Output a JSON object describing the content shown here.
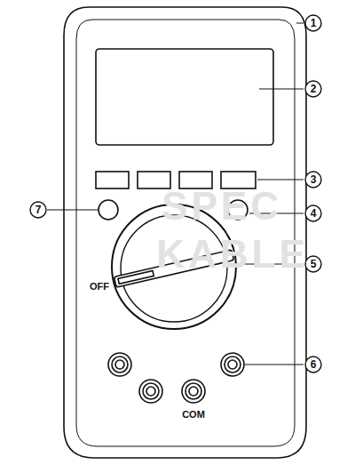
{
  "diagram": {
    "labels": [
      "1",
      "2",
      "3",
      "4",
      "5",
      "6",
      "7",
      "OFF",
      "COM",
      "SPEC",
      "KABLE"
    ]
  }
}
